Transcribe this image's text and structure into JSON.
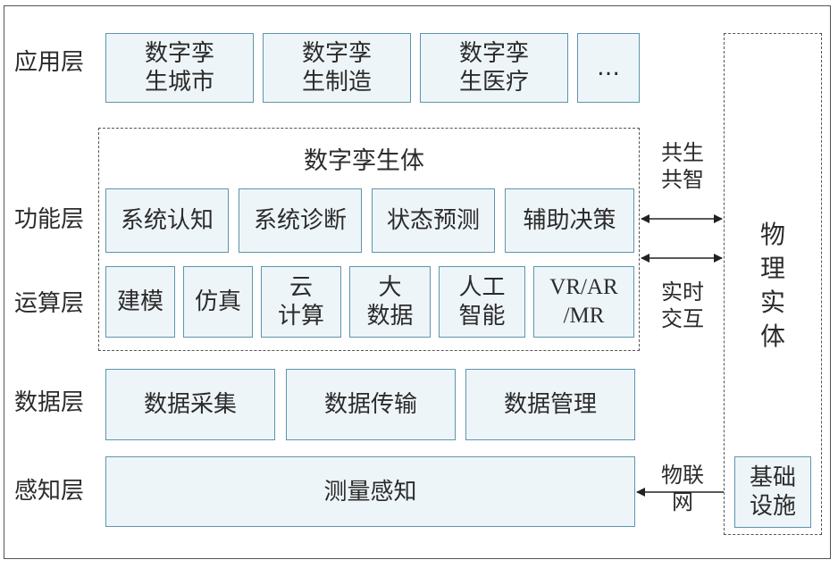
{
  "layers": {
    "application": "应用层",
    "function": "功能层",
    "computing": "运算层",
    "data": "数据层",
    "sensing": "感知层"
  },
  "application_boxes": [
    {
      "line1": "数字孪",
      "line2": "生城市"
    },
    {
      "line1": "数字孪",
      "line2": "生制造"
    },
    {
      "line1": "数字孪",
      "line2": "生医疗"
    },
    {
      "line1": "…",
      "line2": ""
    }
  ],
  "twin_title": "数字孪生体",
  "function_boxes": [
    "系统认知",
    "系统诊断",
    "状态预测",
    "辅助决策"
  ],
  "computing_boxes": [
    {
      "line1": "建模",
      "line2": ""
    },
    {
      "line1": "仿真",
      "line2": ""
    },
    {
      "line1": "云",
      "line2": "计算"
    },
    {
      "line1": "大",
      "line2": "数据"
    },
    {
      "line1": "人工",
      "line2": "智能"
    },
    {
      "line1": "VR/AR",
      "line2": "/MR"
    }
  ],
  "data_boxes": [
    "数据采集",
    "数据传输",
    "数据管理"
  ],
  "sensing_box": "测量感知",
  "connections": {
    "coexist": {
      "line1": "共生",
      "line2": "共智"
    },
    "realtime": {
      "line1": "实时",
      "line2": "交互"
    },
    "iot": {
      "line1": "物联",
      "line2": "网"
    }
  },
  "physical_entity": [
    "物",
    "理",
    "实",
    "体"
  ],
  "infrastructure": {
    "line1": "基础",
    "line2": "设施"
  },
  "colors": {
    "box_fill": "#eef5f8",
    "box_border": "#5d95ad",
    "frame": "#555555"
  }
}
